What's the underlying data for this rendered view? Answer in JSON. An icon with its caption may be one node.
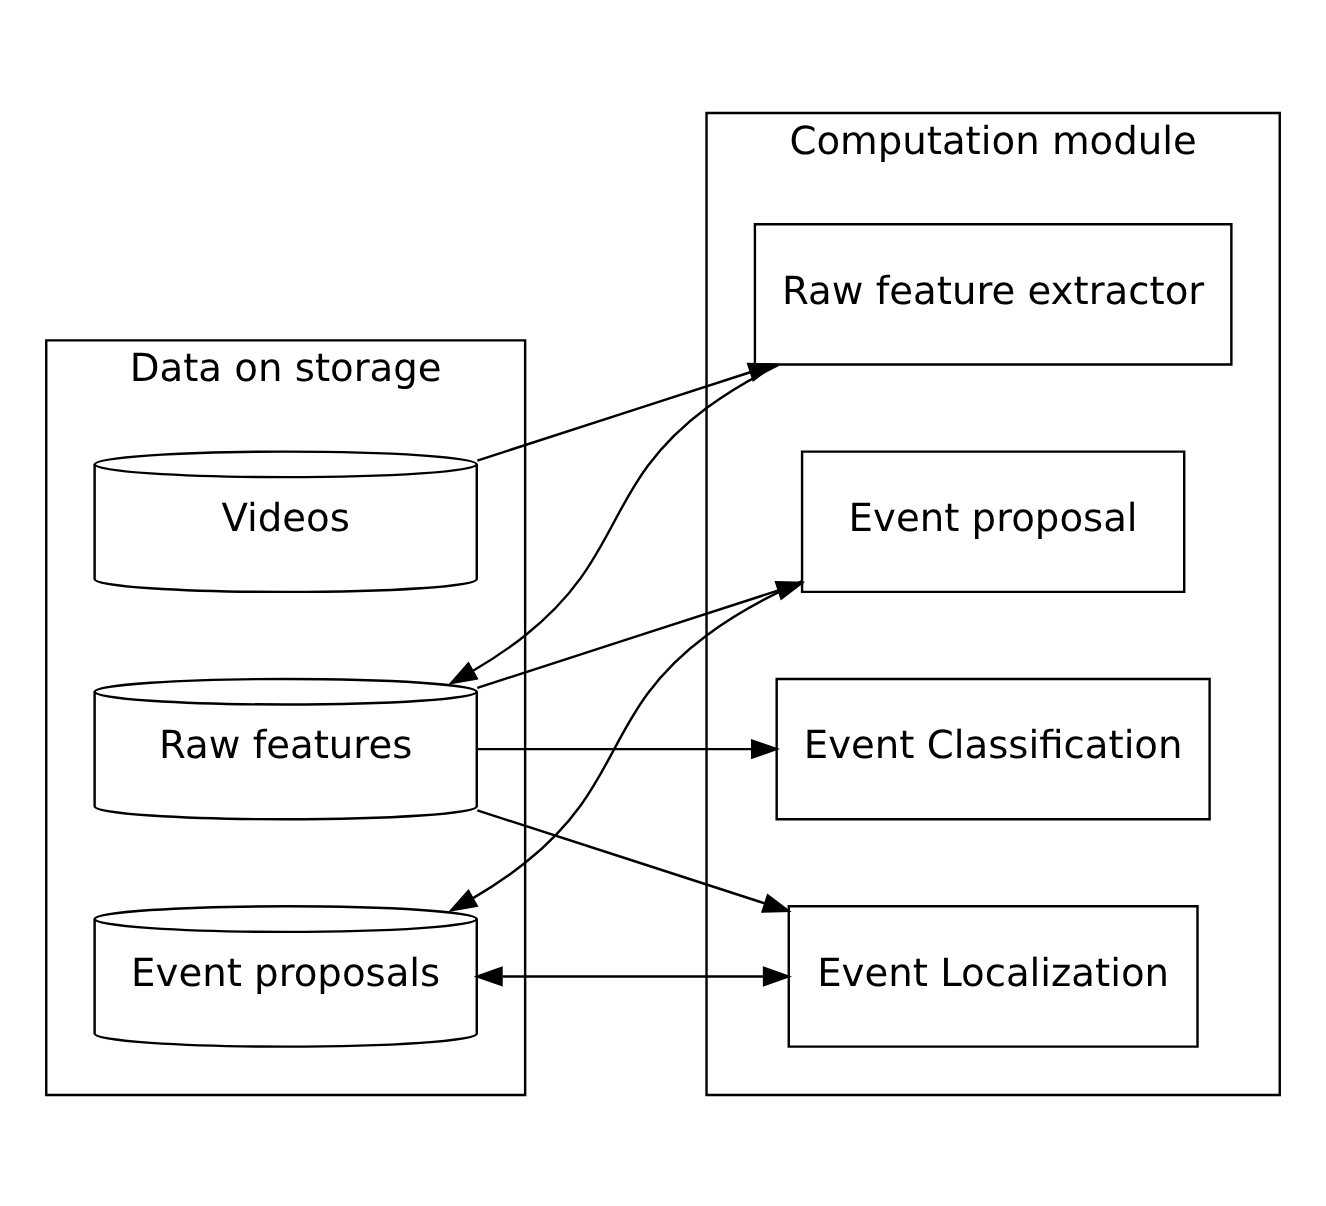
{
  "diagram": {
    "nodes": [
      {
        "text": [
          "Data on storage"
        ]
      },
      {
        "text": [
          "Videos"
        ],
        "in": 0
      },
      {
        "text": [
          "Raw features"
        ],
        "in": 0
      },
      {
        "text": [
          "Event proposals"
        ],
        "in": 0
      },
      {
        "text": [
          "Computation module"
        ]
      },
      {
        "text": [
          "Raw feature extractor"
        ],
        "in": 4
      },
      {
        "text": [
          "Event proposal"
        ],
        "in": 4
      },
      {
        "text": [
          "Event Classification"
        ],
        "in": 4
      },
      {
        "text": [
          "Event Localization"
        ],
        "in": 4
      }
    ],
    "edges": [
      {
        "from": 1,
        "to": 5,
        "arrow": "to"
      },
      {
        "from": 5,
        "to": 2,
        "arrow": "to"
      },
      {
        "from": 2,
        "to": 6,
        "arrow": "to"
      },
      {
        "from": 6,
        "to": 3,
        "arrow": "to"
      },
      {
        "from": 2,
        "to": 7,
        "arrow": "to"
      },
      {
        "from": 2,
        "to": 8,
        "arrow": "to"
      },
      {
        "from": 3,
        "to": 8,
        "arrow": "both"
      }
    ]
  }
}
